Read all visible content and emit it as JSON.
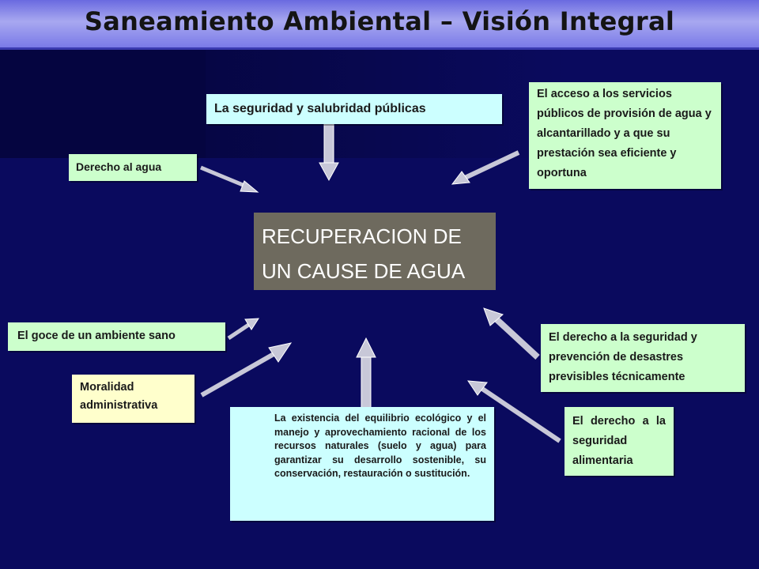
{
  "title": "Saneamiento Ambiental – Visión Integral",
  "central": {
    "line1": "RECUPERACION DE",
    "line2": "UN CAUSE DE AGUA"
  },
  "boxes": {
    "seguridad_salubridad": "La seguridad y salubridad públicas",
    "acceso_servicios": "El acceso a los servicios públicos de provisión de agua y alcantarillado y a que su prestación sea eficiente y oportuna",
    "derecho_agua": "Derecho al agua",
    "goce_ambiente": "El goce de un ambiente sano",
    "moralidad": "Moralidad administrativa",
    "equilibrio": "La existencia del equilibrio ecológico y el manejo y aprovechamiento racional de los recursos naturales (suelo y agua) para garantizar su desarrollo sostenible, su conservación, restauración o sustitución.",
    "seguridad_desastres": "El derecho a la seguridad y prevención de desastres previsibles técnicamente",
    "seguridad_alimentaria": "El derecho a la seguridad alimentaria"
  },
  "colors": {
    "background": "#0a0a5e",
    "green_box": "#ccffcc",
    "cyan_box": "#ccffff",
    "yellow_box": "#ffffcc",
    "central_box": "#6e6a5e"
  }
}
